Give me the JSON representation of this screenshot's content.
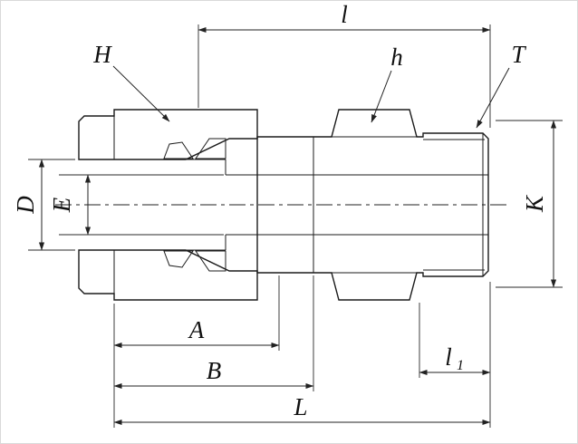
{
  "drawing": {
    "labels": {
      "l": "l",
      "H": "H",
      "h": "h",
      "T": "T",
      "D": "D",
      "E": "E",
      "K": "K",
      "A": "A",
      "B": "B",
      "l1_base": "l",
      "l1_sub": "1",
      "L": "L"
    },
    "colors": {
      "line": "#1b1b1b",
      "dimension_line": "#222222",
      "body_fill": "#ededed",
      "hatch_background": "#e6e6e6",
      "hatch_line": "#555555",
      "background": "#ffffff"
    }
  }
}
